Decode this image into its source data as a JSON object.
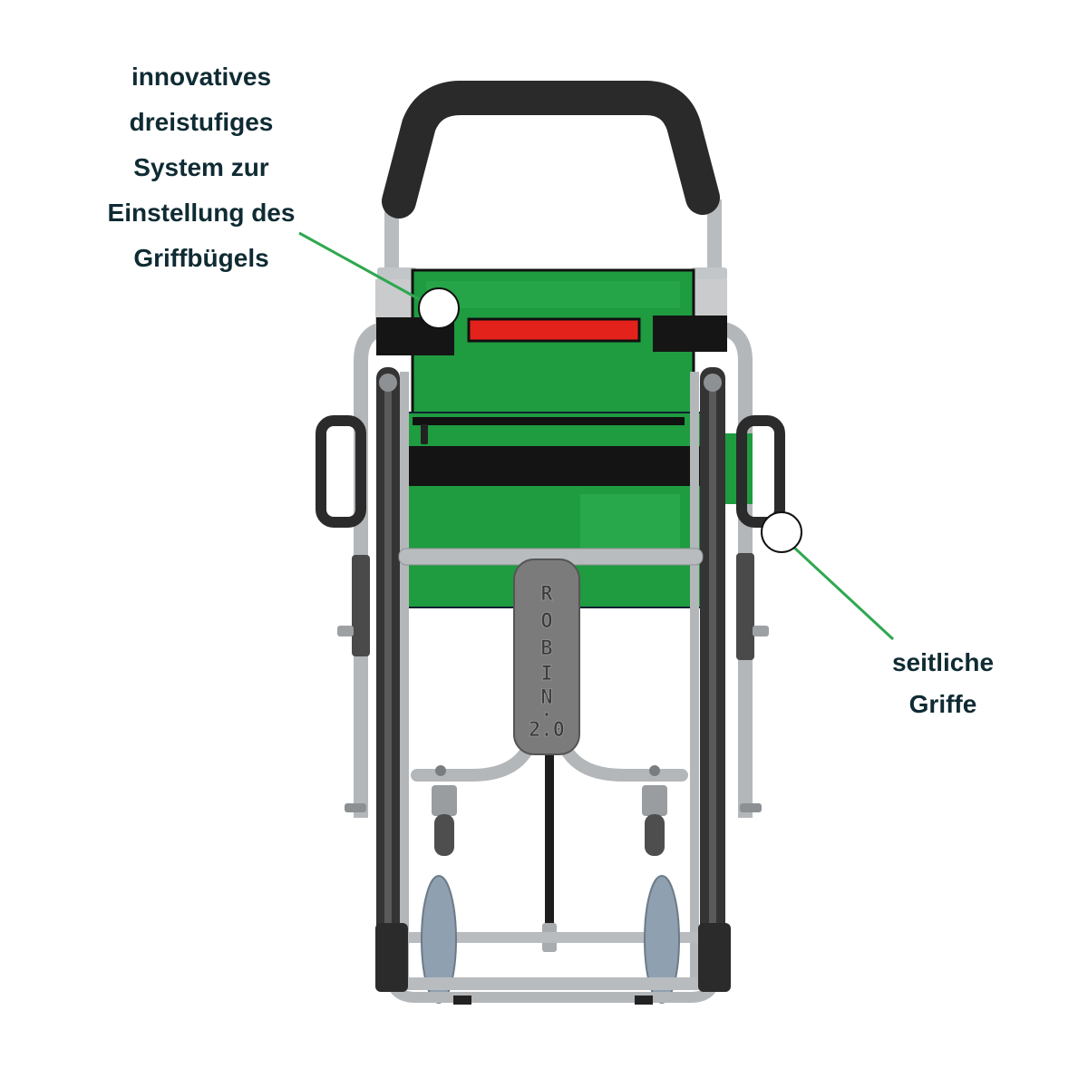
{
  "callouts": [
    {
      "lines": [
        "innovatives",
        "dreistufiges",
        "System zur",
        "Einstellung des",
        "Griffbügels"
      ]
    },
    {
      "lines": [
        "seitliche",
        "Griffe"
      ]
    }
  ],
  "product": {
    "plate_letters": [
      "R",
      "O",
      "B",
      "I",
      "N",
      "."
    ],
    "plate_model": "2.0"
  },
  "colors": {
    "label_text": "#0f2b33",
    "leader_line": "#2ea84f",
    "seat_green": "#1f9b40",
    "strap_red": "#e3221b",
    "frame_silver": "#b4b7ba",
    "handle_black": "#2a2a2a"
  }
}
